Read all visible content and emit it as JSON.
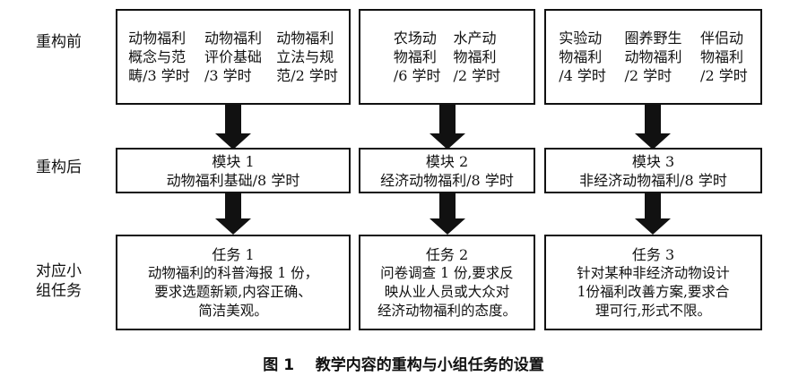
{
  "row_labels": {
    "before": "重构前",
    "after": "重构后",
    "tasks": "对应小\n组任务"
  },
  "before": [
    [
      "动物福利\n概念与范\n畴/3 学时",
      "动物福利\n评价基础\n/3 学时",
      "动物福利\n立法与规\n范/2 学时"
    ],
    [
      "农场动\n物福利\n/6 学时",
      "水产动\n物福利\n/2 学时"
    ],
    [
      "实验动\n物福利\n/4 学时",
      "圈养野生\n动物福利\n/2 学时",
      "伴侣动\n物福利\n/2 学时"
    ]
  ],
  "modules": [
    {
      "title": "模块 1",
      "subtitle": "动物福利基础/8 学时"
    },
    {
      "title": "模块 2",
      "subtitle": "经济动物福利/8 学时"
    },
    {
      "title": "模块 3",
      "subtitle": "非经济动物福利/8 学时"
    }
  ],
  "tasks": [
    {
      "title": "任务 1",
      "body": "动物福利的科普海报 1 份，\n要求选题新颖,内容正确、\n简洁美观。"
    },
    {
      "title": "任务 2",
      "body": "问卷调查 1 份,要求反\n映从业人员或大众对\n经济动物福利的态度。"
    },
    {
      "title": "任务 3",
      "body": "针对某种非经济动物设计\n1份福利改善方案,要求合\n理可行,形式不限。"
    }
  ],
  "caption": "图 1    教学内容的重构与小组任务的设置"
}
